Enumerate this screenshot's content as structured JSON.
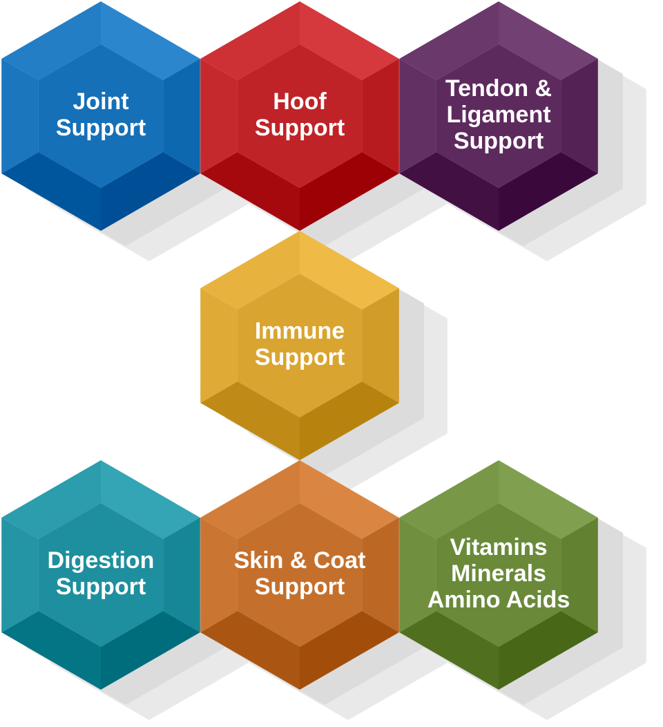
{
  "hexagons": [
    {
      "id": "joint",
      "label_lines": [
        "Joint",
        "Support"
      ],
      "color": "#1570b7",
      "dark": "#0f5a93",
      "light": "#2a86c9"
    },
    {
      "id": "hoof",
      "label_lines": [
        "Hoof",
        "Support"
      ],
      "color": "#bf2328",
      "dark": "#961a1f",
      "light": "#d23a3e"
    },
    {
      "id": "tendon",
      "label_lines": [
        "Tendon &",
        "Ligament",
        "Support"
      ],
      "color": "#5d2a5e",
      "dark": "#45204a",
      "light": "#72376f"
    },
    {
      "id": "immune",
      "label_lines": [
        "Immune",
        "Support"
      ],
      "color": "#d9a530",
      "dark": "#b3862a",
      "light": "#e8b63c"
    },
    {
      "id": "digestion",
      "label_lines": [
        "Digestion",
        "Support"
      ],
      "color": "#1e8f9e",
      "dark": "#15717e",
      "light": "#2ea3b2"
    },
    {
      "id": "skin",
      "label_lines": [
        "Skin & Coat",
        "Support"
      ],
      "color": "#c4702c",
      "dark": "#9f5a22",
      "light": "#d4823a"
    },
    {
      "id": "vitamins",
      "label_lines": [
        "Vitamins",
        "Minerals",
        "Amino Acids"
      ],
      "color": "#6a8a3a",
      "dark": "#52702c",
      "light": "#7c9c46"
    }
  ]
}
